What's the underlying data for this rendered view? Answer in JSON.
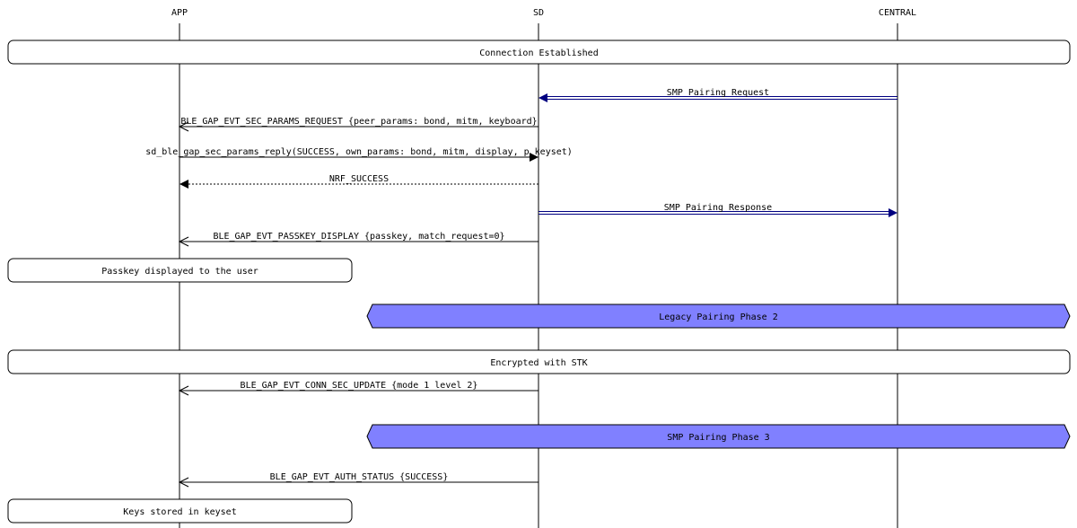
{
  "participants": [
    {
      "id": "app",
      "label": "APP"
    },
    {
      "id": "sd",
      "label": "SD"
    },
    {
      "id": "central",
      "label": "CENTRAL"
    }
  ],
  "events": [
    {
      "kind": "box",
      "span": "full",
      "label": "Connection Established"
    },
    {
      "kind": "message",
      "from": "central",
      "to": "sd",
      "style": "double",
      "label": "SMP Pairing Request"
    },
    {
      "kind": "message",
      "from": "sd",
      "to": "app",
      "style": "open",
      "label": "BLE_GAP_EVT_SEC_PARAMS_REQUEST {peer_params: bond, mitm, keyboard}"
    },
    {
      "kind": "message",
      "from": "app",
      "to": "sd",
      "style": "solid",
      "label": "sd_ble_gap_sec_params_reply(SUCCESS, own_params: bond, mitm, display, p_keyset)"
    },
    {
      "kind": "message",
      "from": "sd",
      "to": "app",
      "style": "dashed",
      "label": "NRF_SUCCESS"
    },
    {
      "kind": "message",
      "from": "sd",
      "to": "central",
      "style": "double",
      "label": "SMP Pairing Response"
    },
    {
      "kind": "message",
      "from": "sd",
      "to": "app",
      "style": "open",
      "label": "BLE_GAP_EVT_PASSKEY_DISPLAY {passkey, match_request=0}"
    },
    {
      "kind": "box",
      "span": "app",
      "label": "Passkey displayed to the user"
    },
    {
      "kind": "phase",
      "label": "Legacy Pairing Phase 2"
    },
    {
      "kind": "box",
      "span": "full",
      "label": "Encrypted with STK"
    },
    {
      "kind": "message",
      "from": "sd",
      "to": "app",
      "style": "open",
      "label": "BLE_GAP_EVT_CONN_SEC_UPDATE {mode 1 level 2}"
    },
    {
      "kind": "phase",
      "label": "SMP Pairing Phase 3"
    },
    {
      "kind": "message",
      "from": "sd",
      "to": "app",
      "style": "open",
      "label": "BLE_GAP_EVT_AUTH_STATUS {SUCCESS}"
    },
    {
      "kind": "box",
      "span": "app",
      "label": "Keys stored in keyset"
    }
  ],
  "colors": {
    "phase_fill": "#8080ff",
    "protocol_arrow": "#000080"
  }
}
